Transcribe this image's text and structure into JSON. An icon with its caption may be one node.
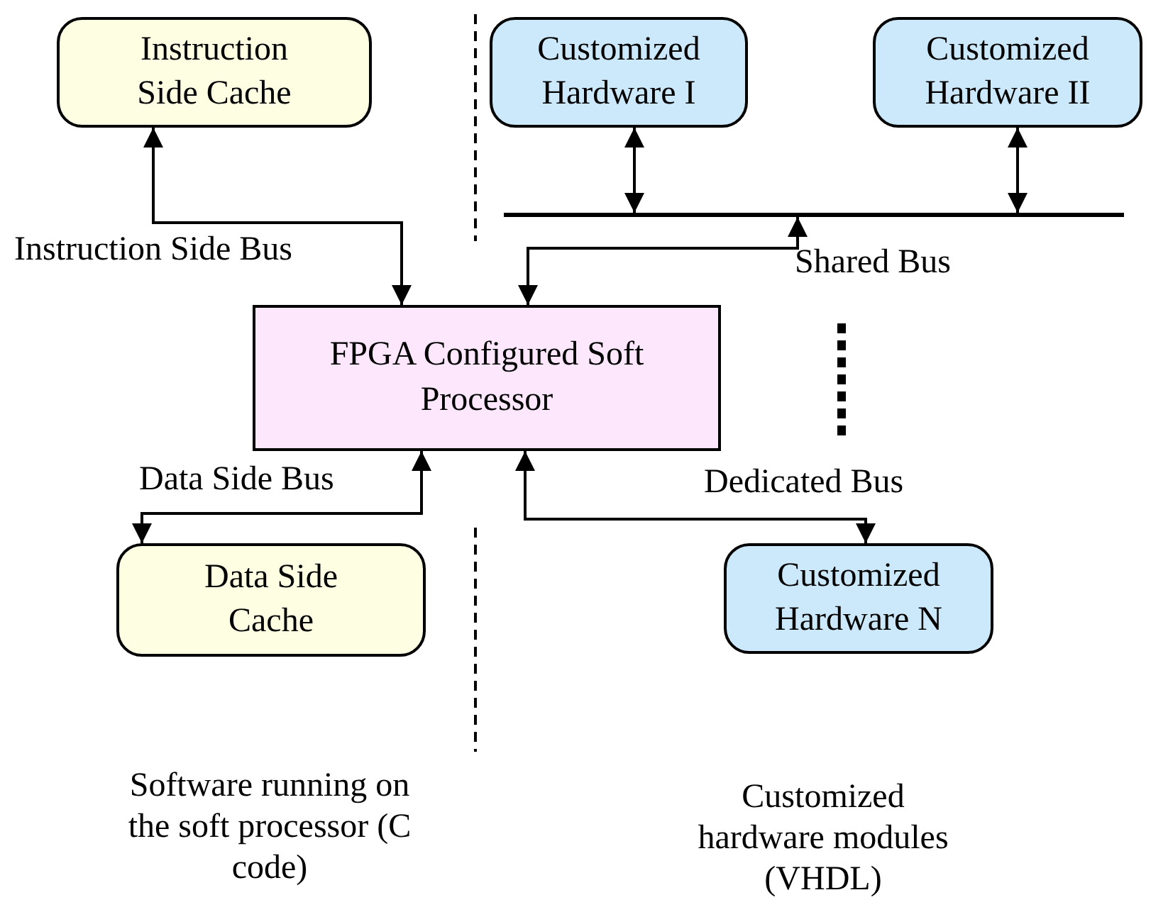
{
  "diagram": {
    "nodes": [
      {
        "text": [
          "Instruction Side Cache"
        ]
      },
      {
        "text": [
          "Customized Hardware I"
        ]
      },
      {
        "text": [
          "Customized Hardware II"
        ]
      },
      {
        "text": [],
        "shape": "bar",
        "beside": [
          "Shared Bus"
        ]
      },
      {
        "text": [
          "FPGA Configured Soft Processor"
        ]
      },
      {
        "text": [
          "Data Side Cache"
        ]
      },
      {
        "text": [
          "Customized Hardware N"
        ]
      }
    ],
    "edges": [
      {
        "from": 4,
        "to": 0,
        "arrow": "both",
        "label": "Instruction Side Bus"
      },
      {
        "from": 1,
        "to": 3,
        "arrow": "both"
      },
      {
        "from": 2,
        "to": 3,
        "arrow": "both"
      },
      {
        "from": 4,
        "to": 3,
        "arrow": "both"
      },
      {
        "from": 4,
        "to": 5,
        "arrow": "both",
        "label": "Data Side Bus"
      },
      {
        "from": 4,
        "to": 6,
        "arrow": "both",
        "label": "Dedicated Bus"
      }
    ],
    "labels": [
      "Software running on the soft processor (C code)",
      "Customized hardware modules (VHDL)"
    ]
  }
}
